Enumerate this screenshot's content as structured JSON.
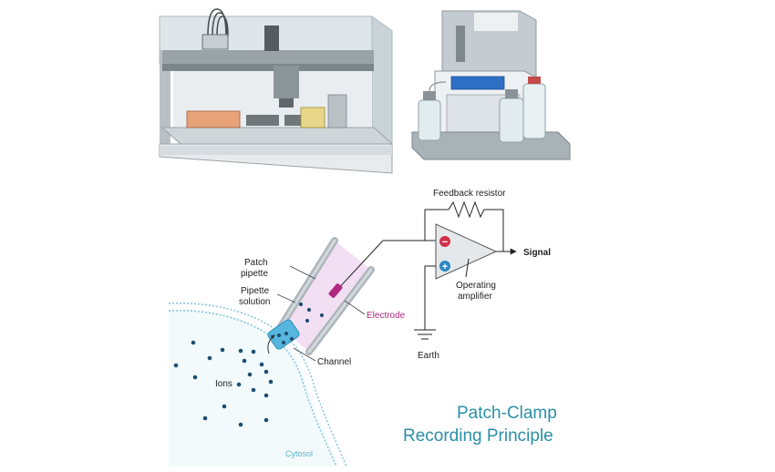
{
  "labels": {
    "feedback_resistor": "Feedback resistor",
    "signal": "Signal",
    "operating": "Operating",
    "amplifier": "amplifier",
    "patch": "Patch",
    "pipette": "pipette",
    "pipette_word": "Pipette",
    "solution": "solution",
    "electrode": "Electrode",
    "earth": "Earth",
    "channel": "Channel",
    "ions": "Ions",
    "cytosol": "Cytosol",
    "minus": "−",
    "plus": "+"
  },
  "title": {
    "line1": "Patch-Clamp",
    "line2": "Recording Principle"
  },
  "colors": {
    "title": "#2a8fa6",
    "electrode": "#b0287f",
    "cytosol": "#5bb3c9",
    "ion": "#1e4f73",
    "channel": "#57b6e0",
    "pipette_fill": "#f2dcf2",
    "amp_minus": "#d0304a",
    "amp_plus": "#2a87c5"
  }
}
